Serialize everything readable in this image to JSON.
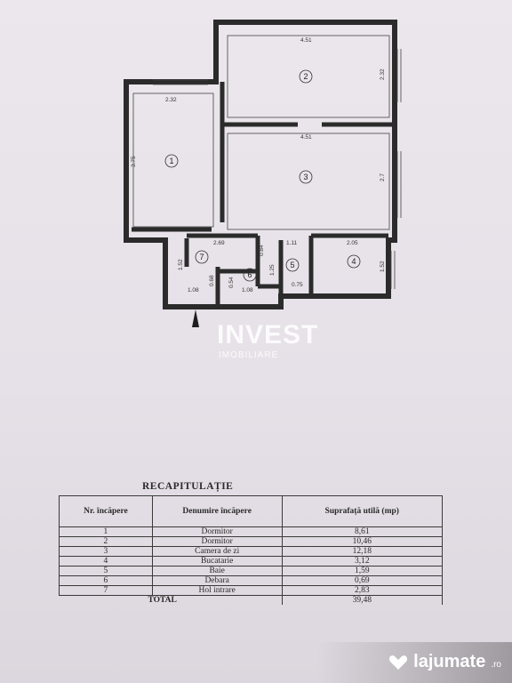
{
  "plan": {
    "dimensions": {
      "d_room2_top": "4.51",
      "d_room2_side": "2.32",
      "d_room1_top": "2.32",
      "d_room1_side": "3.75",
      "d_room3_top": "4.51",
      "d_room3_side": "2.7",
      "d_hall_top": "2.69",
      "d_kitchen_top": "2.05",
      "d_kitchen_side": "1.52",
      "d_entry_side": "1.52",
      "d_entry_bottom": "1.08",
      "d_entry_mid": "0.68",
      "d_storage_side": "0.54",
      "d_storage_bottom": "1.08",
      "d_bath_top": "1.11",
      "d_bath_side": "0.84",
      "d_bath_small": "1.25",
      "d_bath_bottom": "0.75"
    },
    "room_numbers": [
      "1",
      "2",
      "3",
      "4",
      "5",
      "6",
      "7"
    ]
  },
  "watermark": {
    "brand": "INVEST",
    "sub": "IMOBILIARE"
  },
  "recap": {
    "title": "RECAPITULAȚIE",
    "headers": {
      "nr": "Nr. încăpere",
      "name": "Denumire încăpere",
      "area": "Suprafață utilă (mp)"
    },
    "rows": [
      {
        "nr": "1",
        "name": "Dormitor",
        "area": "8,61"
      },
      {
        "nr": "2",
        "name": "Dormitor",
        "area": "10,46"
      },
      {
        "nr": "3",
        "name": "Camera de zi",
        "area": "12,18"
      },
      {
        "nr": "4",
        "name": "Bucatarie",
        "area": "3,12"
      },
      {
        "nr": "5",
        "name": "Baie",
        "area": "1,59"
      },
      {
        "nr": "6",
        "name": "Debara",
        "area": "0,69"
      },
      {
        "nr": "7",
        "name": "Hol intrare",
        "area": "2,83"
      }
    ],
    "total": {
      "label": "TOTAL",
      "value": "39,48"
    }
  },
  "site_logo": {
    "name": "lajumate",
    "tld": ".ro"
  }
}
